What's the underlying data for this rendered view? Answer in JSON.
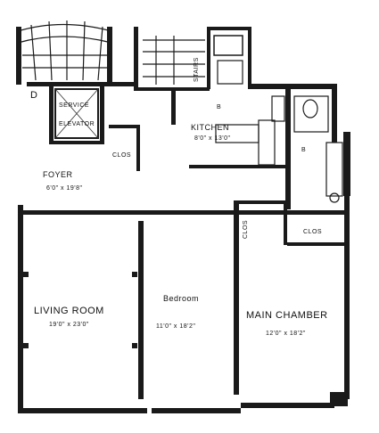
{
  "plan": {
    "rooms": {
      "living_room": {
        "name": "LIVING ROOM",
        "dims": "19'0\" x 23'0\""
      },
      "bedroom": {
        "name": "Bedroom",
        "dims": "11'0\" x 18'2\""
      },
      "main_chamber": {
        "name": "MAIN CHAMBER",
        "dims": "12'0\" x 18'2\""
      },
      "foyer": {
        "name": "FOYER",
        "dims": "6'0\" x 19'8\""
      },
      "kitchen": {
        "name": "KITCHEN",
        "dims": "8'0\" x 13'0\""
      },
      "service_elevator": {
        "line1": "SERVICE",
        "line2": "ELEVATOR"
      },
      "stairs": {
        "name": "STAIRS"
      },
      "closet_foyer": {
        "name": "CLOS"
      },
      "closet_bedroom": {
        "name": "CLOS"
      },
      "closet_chamber": {
        "name": "CLOS"
      },
      "door_d": {
        "name": "D"
      }
    },
    "marks": {
      "bath1": "B",
      "bath2": "B"
    }
  }
}
